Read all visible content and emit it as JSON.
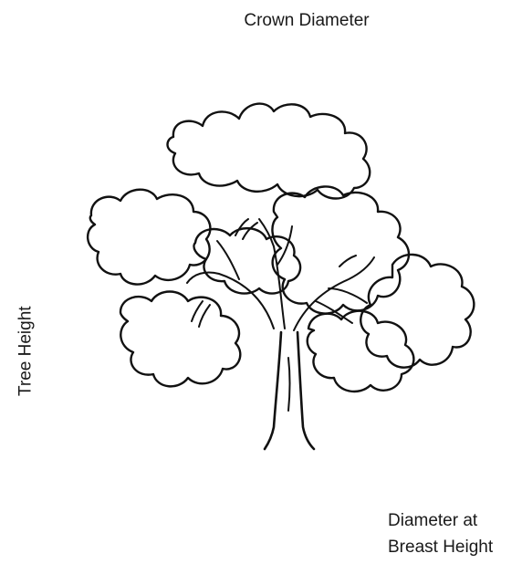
{
  "labels": {
    "crown_diameter": "Crown Diameter",
    "tree_height": "Tree Height",
    "dbh_line1": "Diameter at",
    "dbh_line2": "Breast Height"
  },
  "colors": {
    "line": "#111111",
    "text": "#1a1a1a",
    "background": "#ffffff"
  }
}
